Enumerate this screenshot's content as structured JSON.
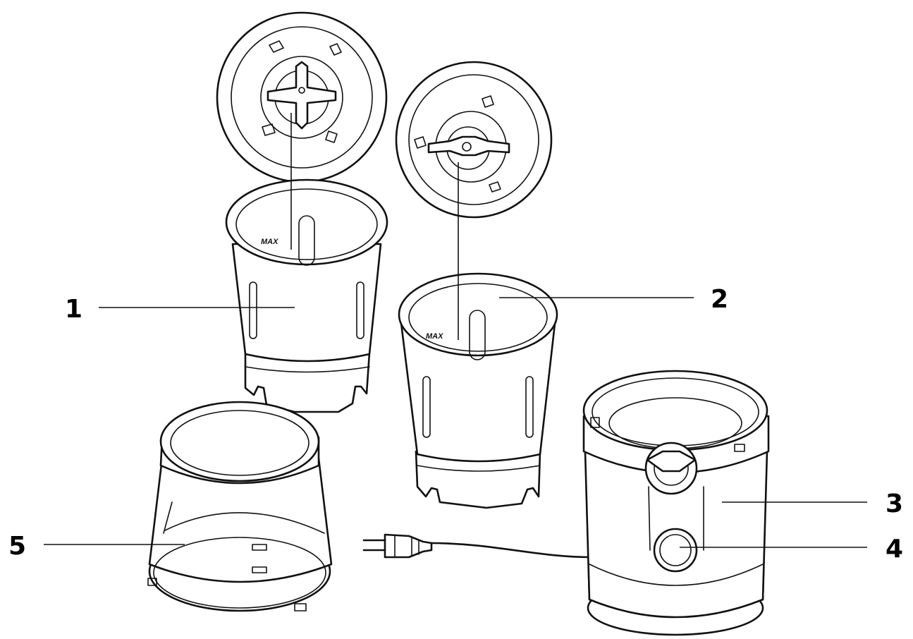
{
  "callouts": [
    {
      "id": "1",
      "label": "1"
    },
    {
      "id": "2",
      "label": "2"
    },
    {
      "id": "3",
      "label": "3"
    },
    {
      "id": "4",
      "label": "4"
    },
    {
      "id": "5",
      "label": "5"
    }
  ],
  "markings": {
    "cup1_max": "MAX",
    "cup2_max": "MAX"
  }
}
